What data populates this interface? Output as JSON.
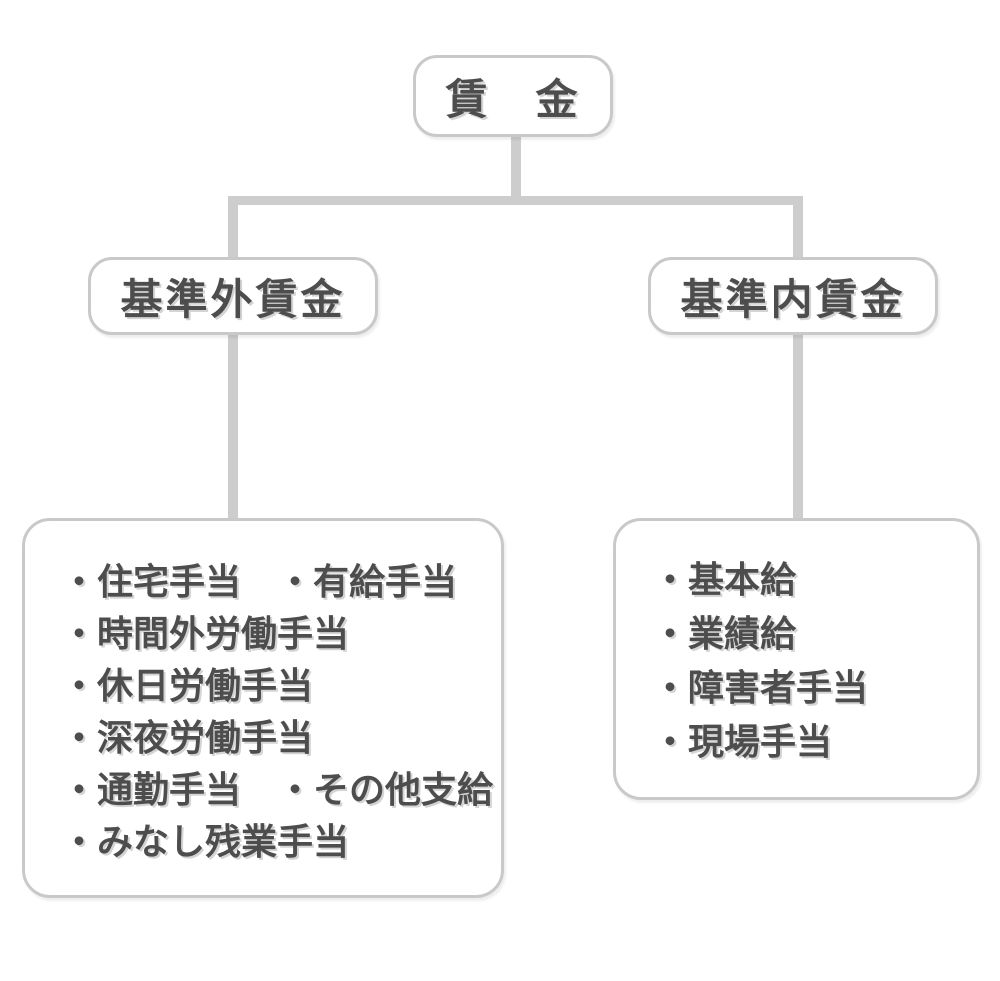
{
  "diagram": {
    "root": {
      "label": "賃　金"
    },
    "branches": {
      "left": {
        "label": "基準外賃金"
      },
      "right": {
        "label": "基準内賃金"
      }
    },
    "leaves": {
      "left": {
        "items": [
          "・住宅手当　・有給手当",
          "・時間外労働手当",
          "・休日労働手当",
          "・深夜労働手当",
          "・通勤手当　・その他支給",
          "・みなし残業手当"
        ]
      },
      "right": {
        "items": [
          "・基本給",
          "・業績給",
          "・障害者手当",
          "・現場手当"
        ]
      }
    },
    "colors": {
      "line": "#cdcdcd",
      "box_border": "#c9c9c9",
      "text": "#4d4d4d",
      "background": "#ffffff"
    }
  }
}
